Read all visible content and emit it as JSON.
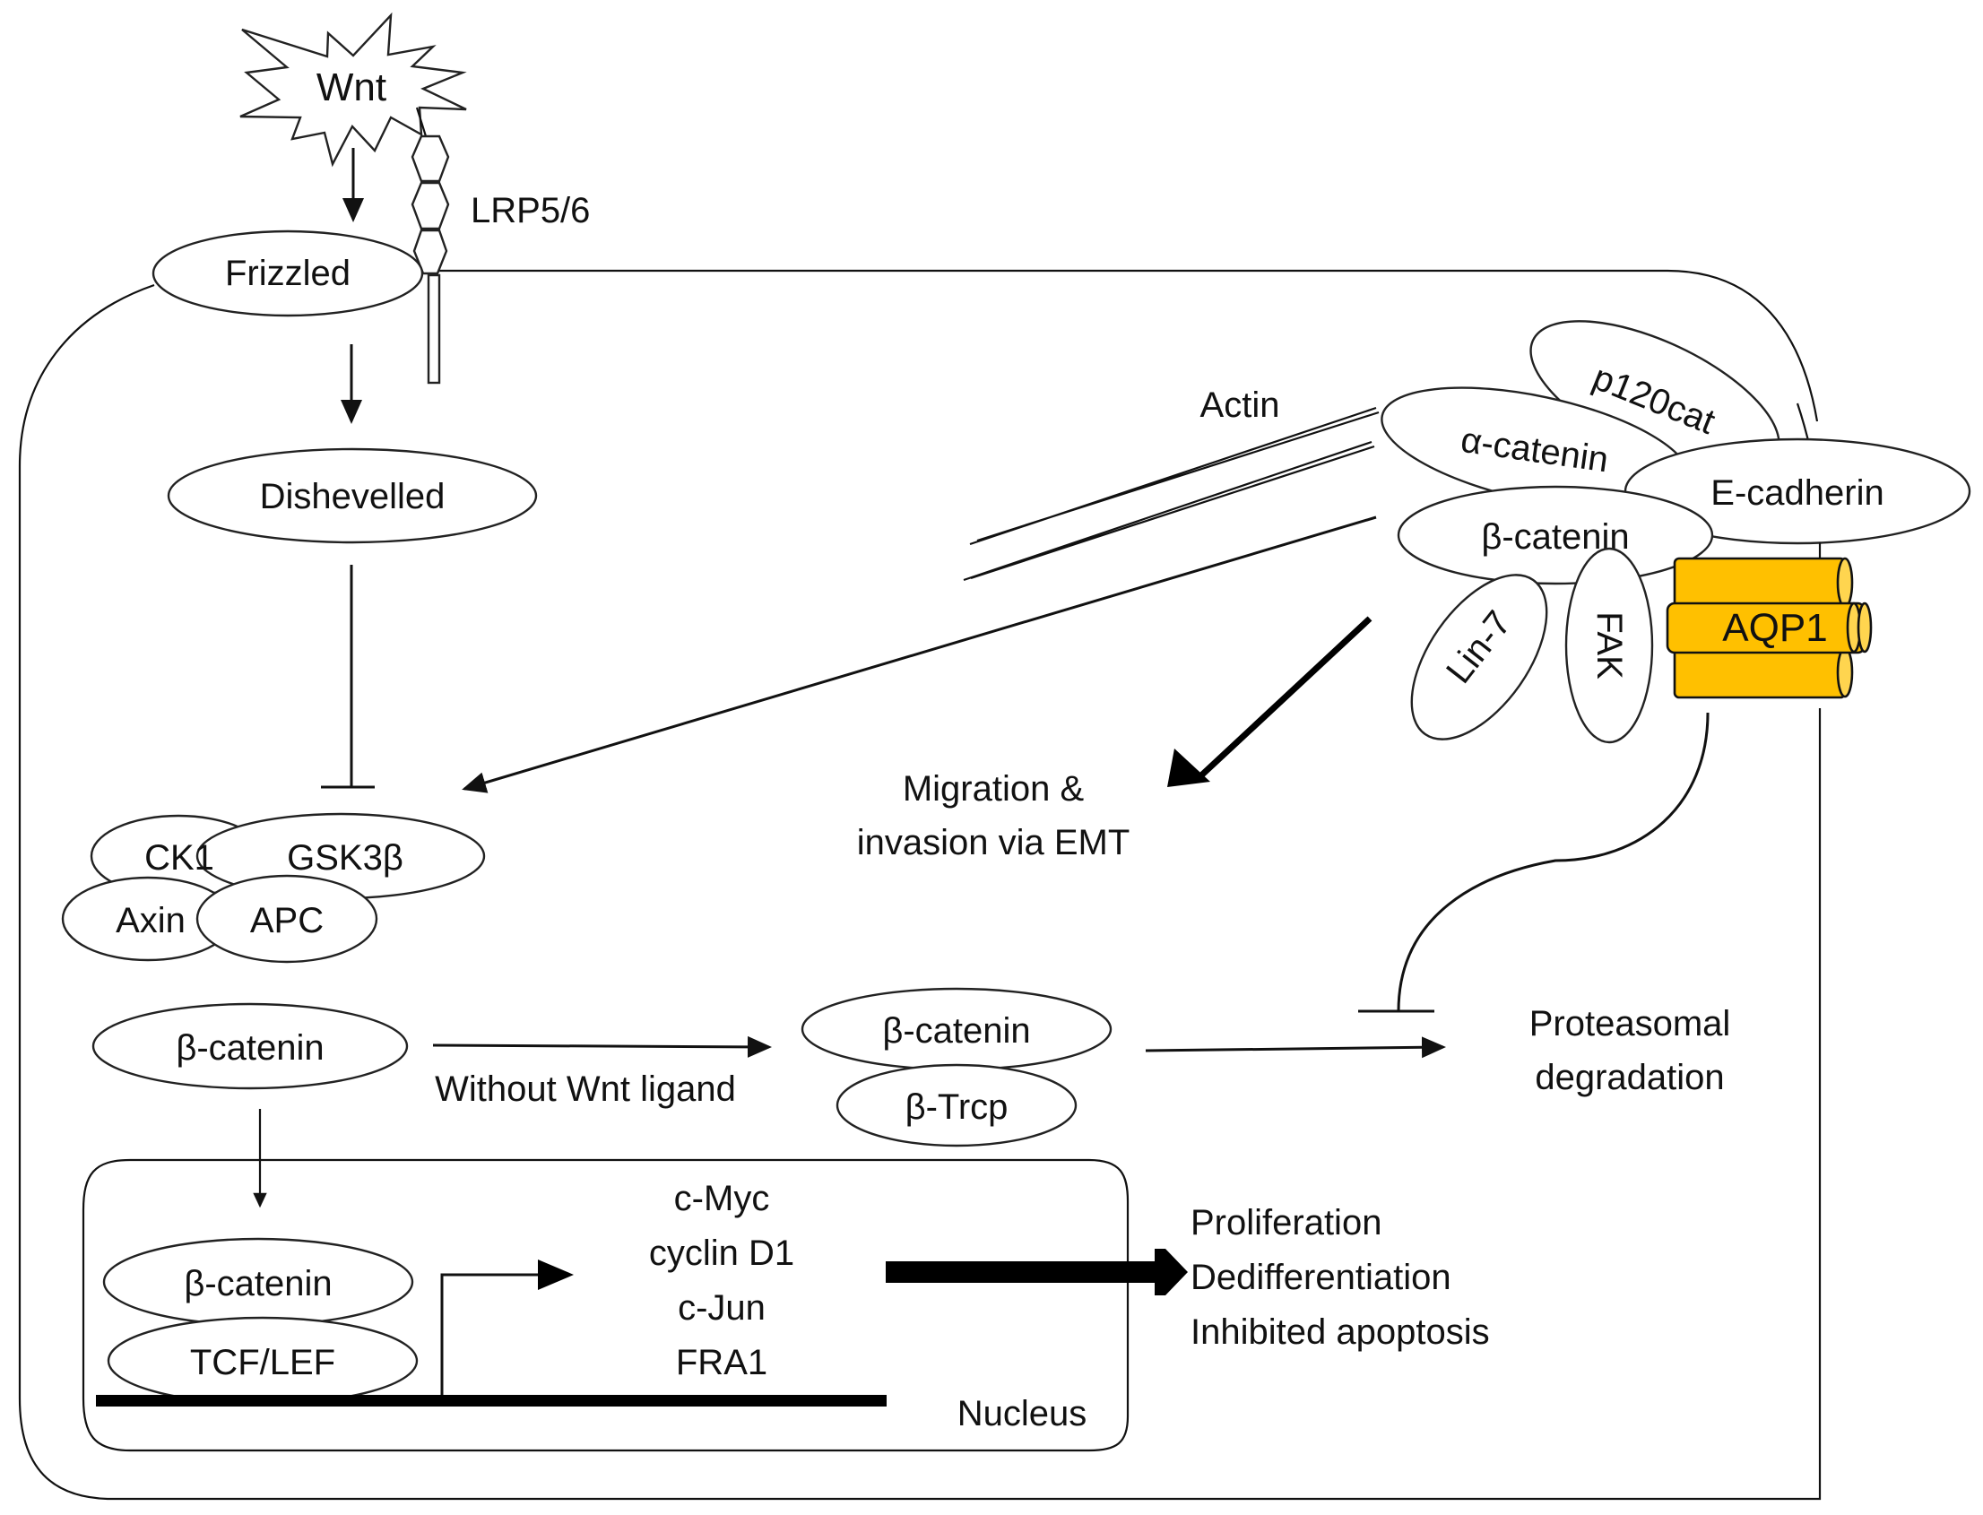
{
  "diagram": {
    "title": "Wnt/β-catenin signaling and AQP1 interaction",
    "colors": {
      "aqp1_fill": "#FFC000",
      "aqp1_cap": "#FFD54F",
      "stroke": "#111111",
      "background": "#FFFFFF"
    },
    "ligand": {
      "label": "Wnt",
      "shape": "starburst"
    },
    "coreceptor": {
      "label": "LRP5/6"
    },
    "receptor": {
      "label": "Frizzled"
    },
    "dishevelled": {
      "label": "Dishevelled"
    },
    "destruction_complex": {
      "ck1": "CK1",
      "gsk3b": "GSK3β",
      "axin": "Axin",
      "apc": "APC"
    },
    "junction": {
      "actin": "Actin",
      "p120cat": "p120cat",
      "alpha_catenin": "α-catenin",
      "e_cadherin": "E-cadherin",
      "beta_catenin": "β-catenin",
      "lin7": "Lin-7",
      "fak": "FAK",
      "aqp1": "AQP1"
    },
    "migration": {
      "line1": "Migration &",
      "line2": "invasion via EMT"
    },
    "cytoplasm": {
      "beta_catenin": "β-catenin",
      "without_wnt": "Without Wnt ligand",
      "complex_beta_catenin": "β-catenin",
      "complex_btrcp": "β-Trcp",
      "degradation_line1": "Proteasomal",
      "degradation_line2": "degradation"
    },
    "nucleus": {
      "label": "Nucleus",
      "beta_catenin": "β-catenin",
      "tcf_lef": "TCF/LEF",
      "targets": [
        "c-Myc",
        "cyclin D1",
        "c-Jun",
        "FRA1"
      ]
    },
    "outcomes": [
      "Proliferation",
      "Dedifferentiation",
      "Inhibited apoptosis"
    ]
  }
}
